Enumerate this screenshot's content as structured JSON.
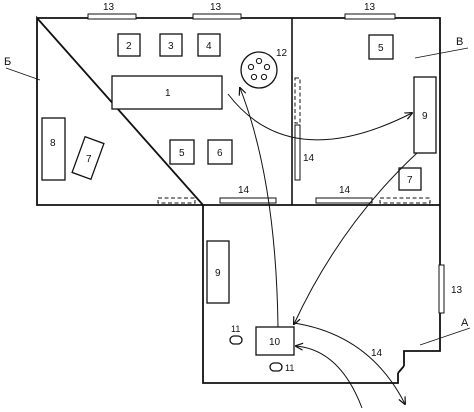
{
  "diagram": {
    "rooms": {
      "a": "А",
      "b": "Б",
      "v": "В"
    },
    "windows": {
      "label": "13"
    },
    "room_b": {
      "item_1": "1",
      "item_2": "2",
      "item_3": "3",
      "item_4": "4",
      "item_5": "5",
      "item_6": "6",
      "item_7": "7",
      "item_8": "8",
      "item_12": "12",
      "item_14": "14"
    },
    "room_v": {
      "item_5": "5",
      "item_7": "7",
      "item_9": "9",
      "item_14_vertical": "14",
      "item_14_bottom": "14"
    },
    "room_a": {
      "item_9": "9",
      "item_10": "10",
      "item_11_top": "11",
      "item_11_bottom": "11",
      "item_13": "13",
      "item_14": "14"
    }
  }
}
